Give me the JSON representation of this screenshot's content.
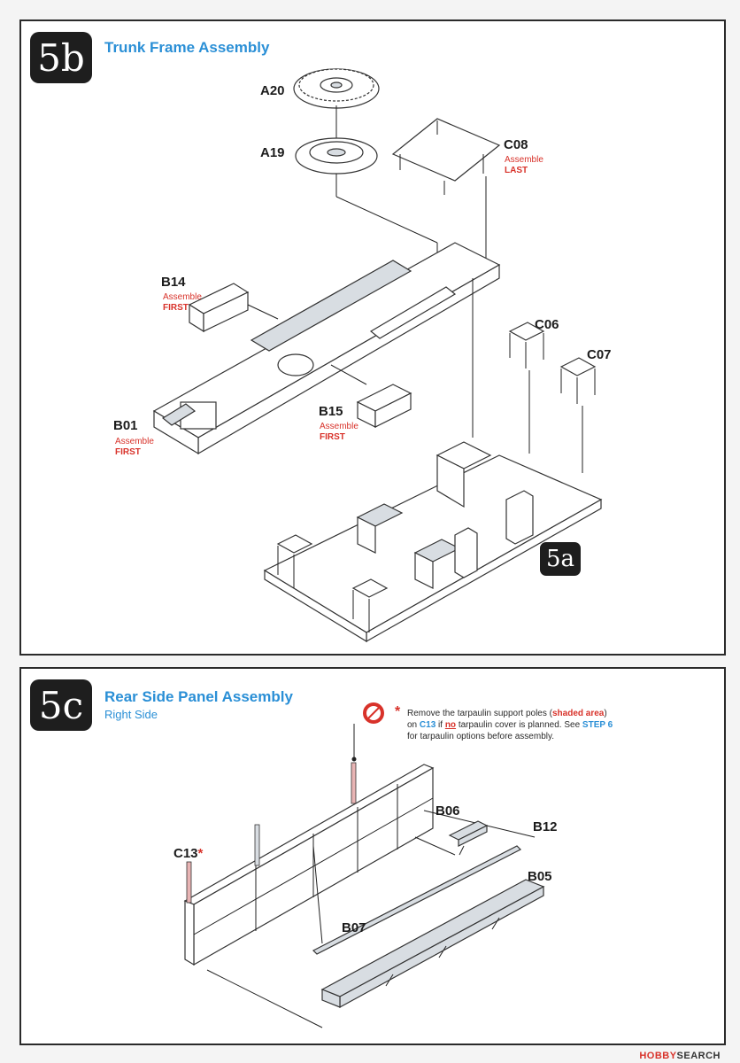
{
  "step5b": {
    "badge": "5b",
    "title": "Trunk Frame Assembly",
    "sub_badge": "5a",
    "parts": {
      "a20": "A20",
      "a19": "A19",
      "c08": "C08",
      "c08_note1": "Assemble",
      "c08_note2": "LAST",
      "b14": "B14",
      "b14_note1": "Assemble",
      "b14_note2": "FIRST",
      "b01": "B01",
      "b01_note1": "Assemble",
      "b01_note2": "FIRST",
      "b15": "B15",
      "b15_note1": "Assemble",
      "b15_note2": "FIRST",
      "c06": "C06",
      "c07": "C07"
    }
  },
  "step5c": {
    "badge": "5c",
    "title": "Rear Side Panel Assembly",
    "subtitle": "Right Side",
    "warning": {
      "line1a": "Remove the tarpaulin support poles (",
      "line1b": "shaded area",
      "line1c": ")",
      "line2a": "on ",
      "line2b": "C13",
      "line2c": " if ",
      "line2d": "no",
      "line2e": " tarpaulin cover is planned.  See ",
      "line2f": "STEP 6",
      "line3": "for tarpaulin options before assembly."
    },
    "parts": {
      "b06": "B06",
      "b12": "B12",
      "b05": "B05",
      "c13": "C13",
      "c13_star": "*",
      "b07": "B07"
    }
  },
  "watermark": {
    "prefix": "HOBBY",
    "suffix": "SEARCH"
  },
  "colors": {
    "accent_blue": "#2a8fd6",
    "note_red": "#d8322a",
    "badge_black": "#1e1e1e"
  }
}
